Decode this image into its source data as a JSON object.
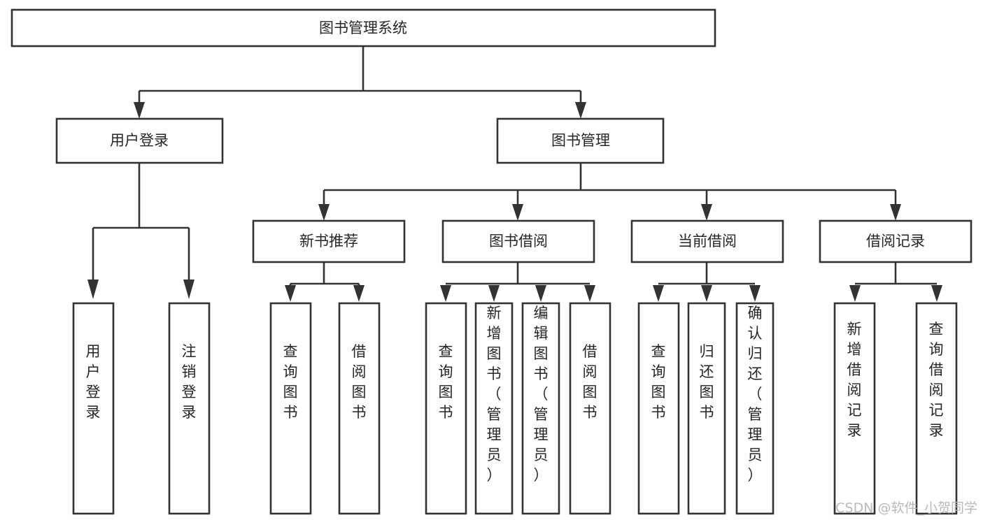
{
  "diagram": {
    "title": "图书管理系统",
    "root": {
      "id": "root",
      "label": "图书管理系统",
      "orientation": "horizontal"
    },
    "level2": [
      {
        "id": "user-login",
        "label": "用户登录",
        "orientation": "horizontal"
      },
      {
        "id": "book-management",
        "label": "图书管理",
        "orientation": "horizontal"
      }
    ],
    "level3": [
      {
        "id": "new-book-recommend",
        "label": "新书推荐",
        "orientation": "horizontal",
        "parent": "book-management"
      },
      {
        "id": "book-borrow",
        "label": "图书借阅",
        "orientation": "horizontal",
        "parent": "book-management"
      },
      {
        "id": "current-borrow",
        "label": "当前借阅",
        "orientation": "horizontal",
        "parent": "book-management"
      },
      {
        "id": "borrow-record",
        "label": "借阅记录",
        "orientation": "horizontal",
        "parent": "book-management"
      }
    ],
    "leaves": [
      {
        "id": "leaf-user-login",
        "label": "用户登录",
        "orientation": "vertical",
        "parent": "user-login"
      },
      {
        "id": "leaf-logout-login",
        "label": "注销登录",
        "orientation": "vertical",
        "parent": "user-login"
      },
      {
        "id": "leaf-query-book-1",
        "label": "查询图书",
        "orientation": "vertical",
        "parent": "new-book-recommend"
      },
      {
        "id": "leaf-borrow-book-1",
        "label": "借阅图书",
        "orientation": "vertical",
        "parent": "new-book-recommend"
      },
      {
        "id": "leaf-query-book-2",
        "label": "查询图书",
        "orientation": "vertical",
        "parent": "book-borrow"
      },
      {
        "id": "leaf-add-book",
        "label": "新增图书（管理员）",
        "orientation": "vertical",
        "parent": "book-borrow"
      },
      {
        "id": "leaf-edit-book",
        "label": "编辑图书（管理员）",
        "orientation": "vertical",
        "parent": "book-borrow"
      },
      {
        "id": "leaf-borrow-book-2",
        "label": "借阅图书",
        "orientation": "vertical",
        "parent": "book-borrow"
      },
      {
        "id": "leaf-query-book-3",
        "label": "查询图书",
        "orientation": "vertical",
        "parent": "current-borrow"
      },
      {
        "id": "leaf-return-book",
        "label": "归还图书",
        "orientation": "vertical",
        "parent": "current-borrow"
      },
      {
        "id": "leaf-confirm-return",
        "label": "确认归还（管理员）",
        "orientation": "vertical",
        "parent": "current-borrow"
      },
      {
        "id": "leaf-add-record",
        "label": "新增借阅记录",
        "orientation": "vertical",
        "parent": "borrow-record"
      },
      {
        "id": "leaf-query-record",
        "label": "查询借阅记录",
        "orientation": "vertical",
        "parent": "borrow-record"
      }
    ]
  },
  "watermark": {
    "text": "CSDN @软件_小贺同学"
  },
  "colors": {
    "stroke": "#333333",
    "box_fill": "#ffffff",
    "text": "#262626",
    "background": "#ffffff",
    "watermark": "#b9b9b9"
  }
}
